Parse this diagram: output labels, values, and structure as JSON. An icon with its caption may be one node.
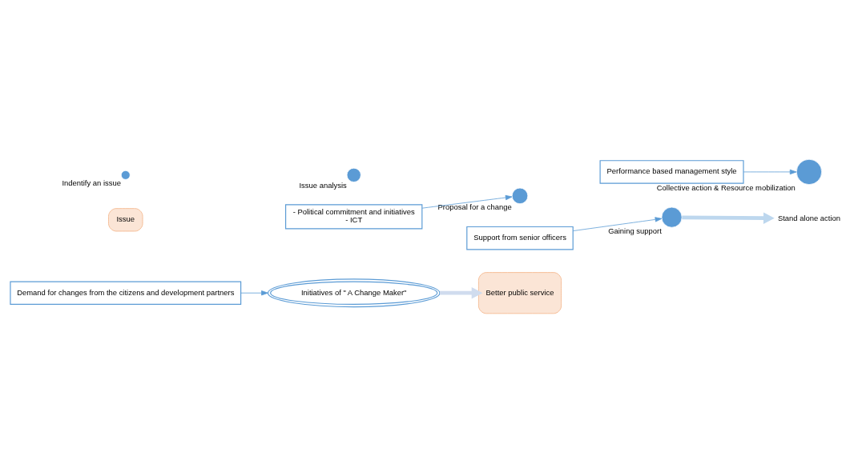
{
  "diagram": {
    "nodes": [
      {
        "text": [
          "Demand for changes from the citizens and development partners"
        ]
      },
      {
        "text": [
          "Initiatives of \" A Change Maker\""
        ]
      },
      {
        "text": [
          "Issue"
        ]
      },
      {
        "text": [],
        "shape": "circle",
        "beside": [
          "Indentify an issue"
        ]
      },
      {
        "text": [],
        "shape": "circle",
        "beside": [
          "Issue analysis"
        ]
      },
      {
        "text": [],
        "shape": "circle",
        "beside": [
          "Proposal for a change"
        ]
      },
      {
        "text": [],
        "shape": "circle",
        "beside": [
          "Gaining support"
        ]
      },
      {
        "text": [],
        "shape": "circle",
        "beside": [
          "Collective action & Resource mobilization"
        ]
      },
      {
        "text": [
          "Support from senior officers"
        ]
      },
      {
        "text": [
          "- Political commitment and initiatives",
          "- ICT"
        ]
      },
      {
        "text": [
          "Performance based management style"
        ]
      },
      {
        "text": [
          "Stand alone action"
        ]
      },
      {
        "text": [
          "Better public service"
        ]
      }
    ],
    "edges": [
      {
        "from": 0,
        "to": 1,
        "arrow": "to"
      },
      {
        "from": 8,
        "to": 6,
        "arrow": "to"
      },
      {
        "from": 9,
        "to": 5,
        "arrow": "to"
      },
      {
        "from": 10,
        "to": 7,
        "arrow": "to"
      },
      {
        "from": 6,
        "to": 11,
        "arrow": "to",
        "style": "thick",
        "color": "#bdd7ee"
      },
      {
        "from": 1,
        "to": 12,
        "arrow": "to",
        "style": "thick",
        "color": "#d0dcee"
      }
    ]
  }
}
